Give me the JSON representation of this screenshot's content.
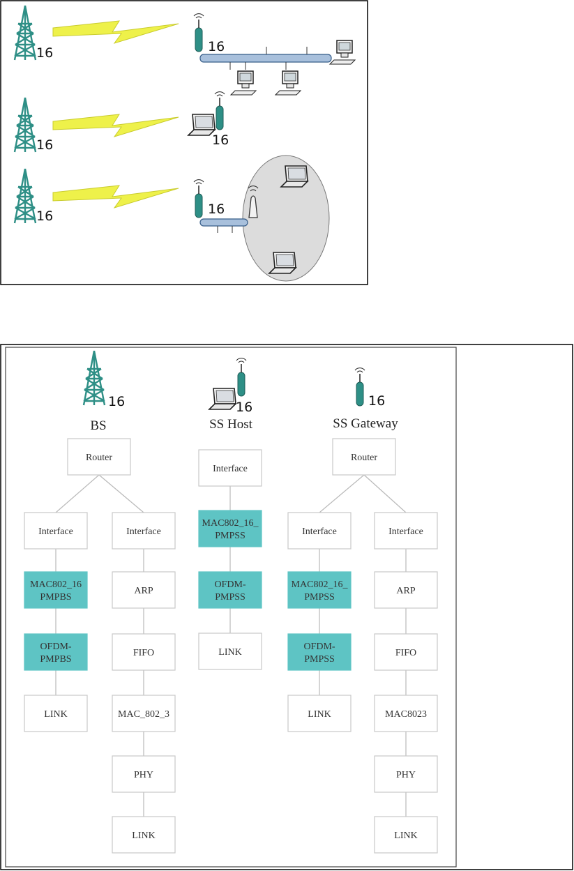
{
  "icon_badge": "16",
  "colors": {
    "accent": "#5ec4c4",
    "tower": "#2e8f86",
    "bus": "#a8c0dc",
    "cell": "#dcdcdc",
    "bolt": "#eef14a"
  },
  "stacks": [
    {
      "title": "BS",
      "nodes": {
        "router": "Router",
        "if_a": "Interface",
        "mac_a": "MAC802_16\nPMPBS",
        "ofdm_a": "OFDM-\nPMPBS",
        "link_a": "LINK",
        "if_b": "Interface",
        "arp_b": "ARP",
        "fifo_b": "FIFO",
        "mac_b": "MAC_802_3",
        "phy_b": "PHY",
        "link_b": "LINK"
      }
    },
    {
      "title": "SS Host",
      "nodes": {
        "iface": "Interface",
        "mac": "MAC802_16_\nPMPSS",
        "ofdm": "OFDM-\nPMPSS",
        "link": "LINK"
      }
    },
    {
      "title": "SS Gateway",
      "nodes": {
        "router": "Router",
        "if_a": "Interface",
        "mac_a": "MAC802_16_\nPMPSS",
        "ofdm_a": "OFDM-\nPMPSS",
        "link_a": "LINK",
        "if_b": "Interface",
        "arp_b": "ARP",
        "fifo_b": "FIFO",
        "mac_b": "MAC8023",
        "phy_b": "PHY",
        "link_b": "LINK"
      }
    }
  ]
}
